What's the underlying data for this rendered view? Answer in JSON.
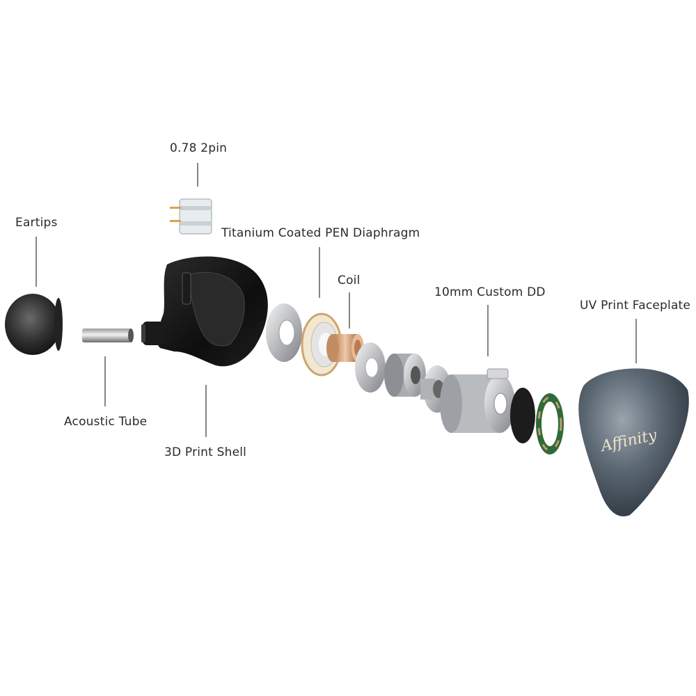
{
  "labels": {
    "pin": "0.78 2pin",
    "eartips": "Eartips",
    "diaphragm": "Titanium Coated PEN Diaphragm",
    "coil": "Coil",
    "dd": "10mm Custom DD",
    "faceplate": "UV Print Faceplate",
    "tube": "Acoustic Tube",
    "shell": "3D Print Shell"
  },
  "faceplate_logo": "Affinity",
  "colors": {
    "text": "#2a2a2a",
    "leader": "#333333",
    "shell": "#141414",
    "metal": "#c9cbcd",
    "copper": "#d9a27a",
    "pcb": "#2f6b38",
    "faceplate": "#5d6b78"
  }
}
